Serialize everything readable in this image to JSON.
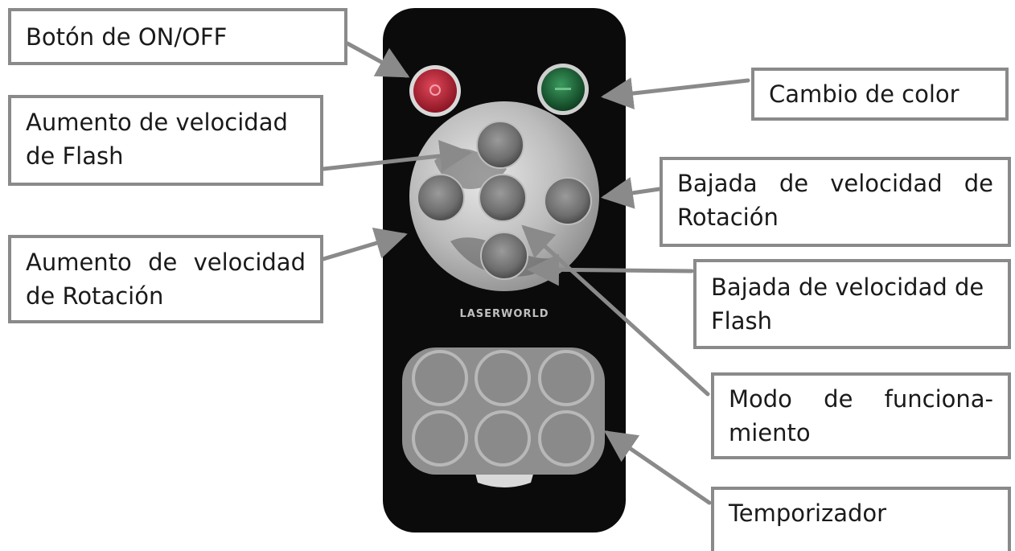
{
  "callouts": {
    "power": "Botón de ON/OFF",
    "color": "Cambio de color",
    "flash_up": "Aumento de velocidad de Flash",
    "rot_down": "Bajada de velocidad de Rotación",
    "rot_up": "Aumento de velocidad de Rotación",
    "flash_down": "Bajada de velocidad de Flash",
    "mode": "Modo de funciona-miento",
    "timer": "Temporizador"
  },
  "remote": {
    "brand": "LASERWORLD"
  },
  "colors": {
    "box_border": "#8a8a8a",
    "arrow": "#8a8a8a",
    "remote_body": "#0b0b0b",
    "power_button": "#c4283a",
    "color_button": "#1f6b3c"
  },
  "icons": {
    "arrow": "arrow-icon",
    "power": "power-icon"
  }
}
